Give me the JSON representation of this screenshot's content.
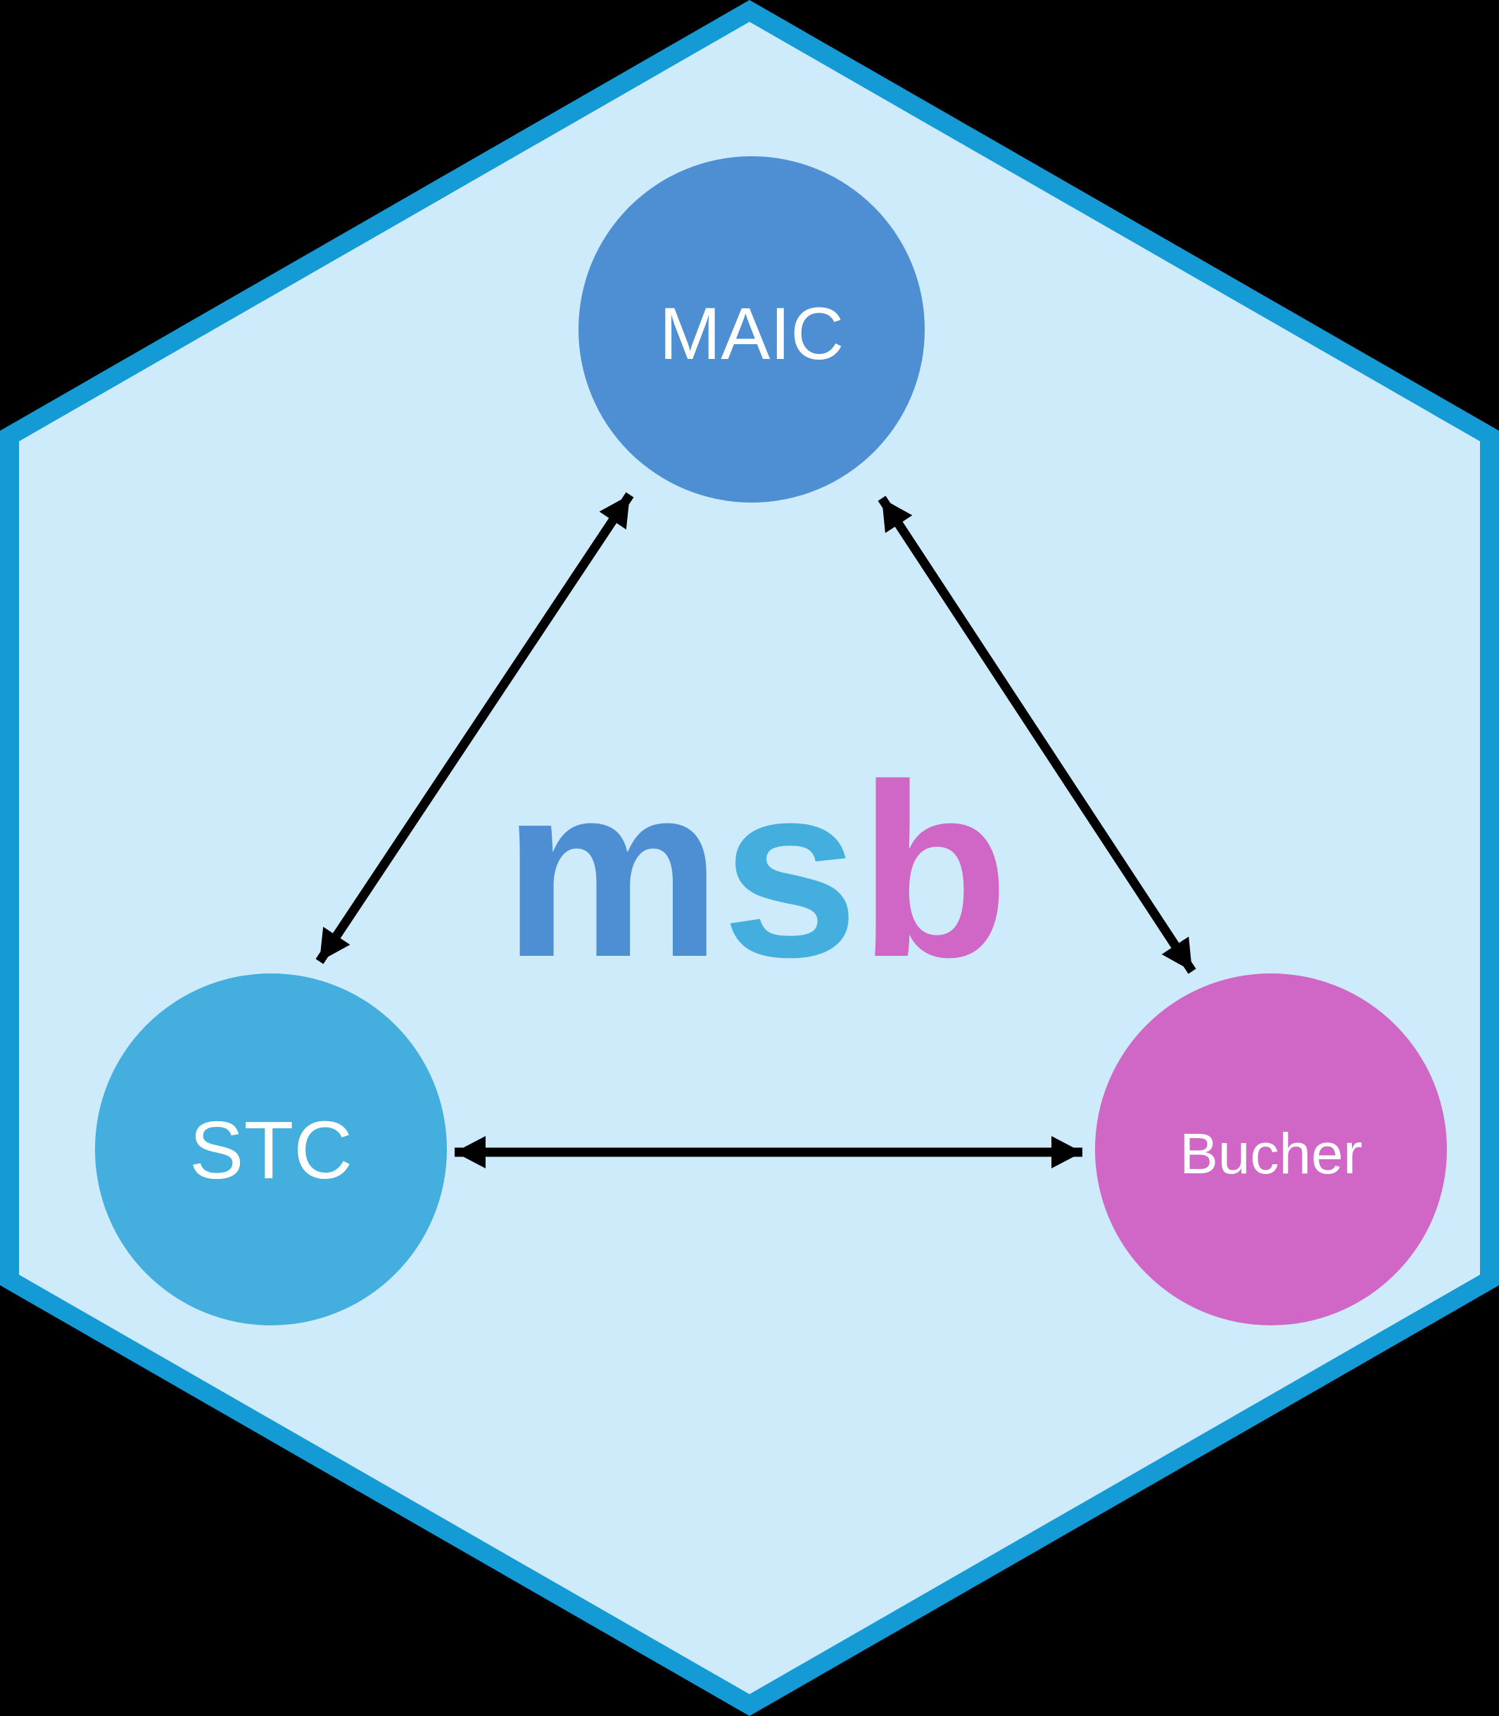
{
  "sticker": {
    "package_name": "msb",
    "description": "hex sticker diagram linking three indirect-comparison methods"
  },
  "colors": {
    "canvas_background": "#000000",
    "hex_border": "#149bd6",
    "hex_fill": "#cdebfa",
    "arrow": "#000000",
    "node_label_text": "#ffffff"
  },
  "nodes": [
    {
      "id": "maic",
      "label": "MAIC",
      "color": "#4e8fd4"
    },
    {
      "id": "stc",
      "label": "STC",
      "color": "#44aede"
    },
    {
      "id": "bucher",
      "label": "Bucher",
      "color": "#d066c6"
    }
  ],
  "logo_letters": [
    {
      "char": "m",
      "color": "#4e8fd4"
    },
    {
      "char": "s",
      "color": "#44aede"
    },
    {
      "char": "b",
      "color": "#d066c6"
    }
  ],
  "edges": [
    {
      "from": "STC",
      "to": "MAIC",
      "type": "double-headed-arrow"
    },
    {
      "from": "MAIC",
      "to": "Bucher",
      "type": "double-headed-arrow"
    },
    {
      "from": "STC",
      "to": "Bucher",
      "type": "double-headed-arrow"
    }
  ]
}
